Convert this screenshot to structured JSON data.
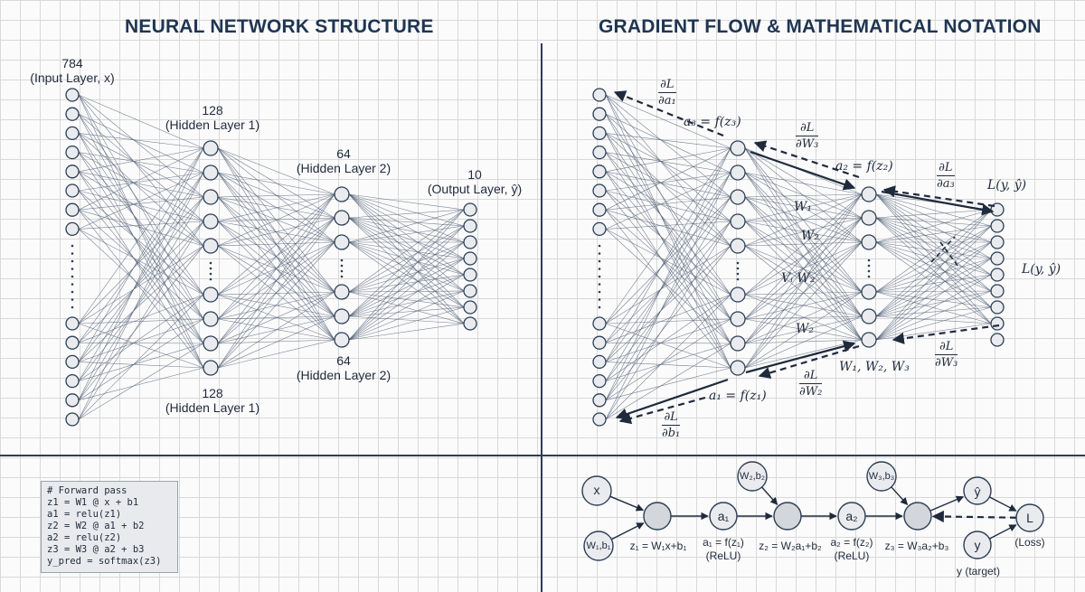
{
  "titles": {
    "left": "NEURAL NETWORK STRUCTURE",
    "right": "GRADIENT FLOW & MATHEMATICAL NOTATION"
  },
  "structure": {
    "input_size": "784",
    "input_label": "(Input Layer, x)",
    "hidden1_size": "128",
    "hidden1_label": "(Hidden Layer 1)",
    "hidden2_size": "64",
    "hidden2_label": "(Hidden Layer 2)",
    "output_size": "10",
    "output_label": "(Output Layer, ŷ)",
    "hidden2_bottom_size": "64",
    "hidden2_bottom_label": "(Hidden Layer 2)",
    "hidden1_bottom_size": "128",
    "hidden1_bottom_label": "(Hidden Layer 1)"
  },
  "gradient": {
    "dL_da1": {
      "num": "∂L",
      "den": "∂a₁"
    },
    "a3_eq": "a₃ = f(z₃)",
    "dL_dW3_top": {
      "num": "∂L",
      "den": "∂W₃"
    },
    "a2_eq": "a₂ = f(z₂)",
    "dL_da3": {
      "num": "∂L",
      "den": "∂a₃"
    },
    "loss_top": "L(y, ŷ)",
    "loss_mid": "L(y, ŷ)",
    "w1": "W₁",
    "w2_a": "W₂",
    "w2_b": "W₂",
    "w_overlap": "Vᵢ W₂",
    "w_set": "W₁, W₂, W₃",
    "dL_dW3_bot": {
      "num": "∂L",
      "den": "∂W₃"
    },
    "dL_dW2": {
      "num": "∂L",
      "den": "∂W₂"
    },
    "a1_eq": "a₁ = f(z₁)",
    "dL_db1": {
      "num": "∂L",
      "den": "∂b₁"
    }
  },
  "code": {
    "lines": [
      "# Forward pass",
      "z1 = W1 @ x + b1",
      "a1 = relu(z1)",
      "z2 = W2 @ a1 + b2",
      "a2 = relu(z2)",
      "z3 = W3 @ a2 + b3",
      "y_pred = softmax(z3)"
    ]
  },
  "graph": {
    "x": "x",
    "w1b1": "W₁,b₁",
    "w2b2": "W₂,b₂",
    "w3b3": "W₃,b₃",
    "a1": "a₁",
    "a2": "a₂",
    "yhat": "ŷ",
    "y": "y",
    "L": "L",
    "z1_label": "z₁ = W₁x+b₁",
    "a1_label": "a₁ = f(z₁)",
    "relu1": "(ReLU)",
    "z2_label": "z₂ = W₂a₁+b₂",
    "a2_label": "a₂ = f(z₂)",
    "relu2": "(ReLU)",
    "z3_label": "z₃ = W₃a₂+b₃",
    "loss_label": "(Loss)",
    "target_label": "y (target)"
  },
  "colors": {
    "node_fill": "#e9ebee",
    "node_stroke": "#2c3e55",
    "edge": "#4a5870",
    "text": "#1f2a3d"
  }
}
